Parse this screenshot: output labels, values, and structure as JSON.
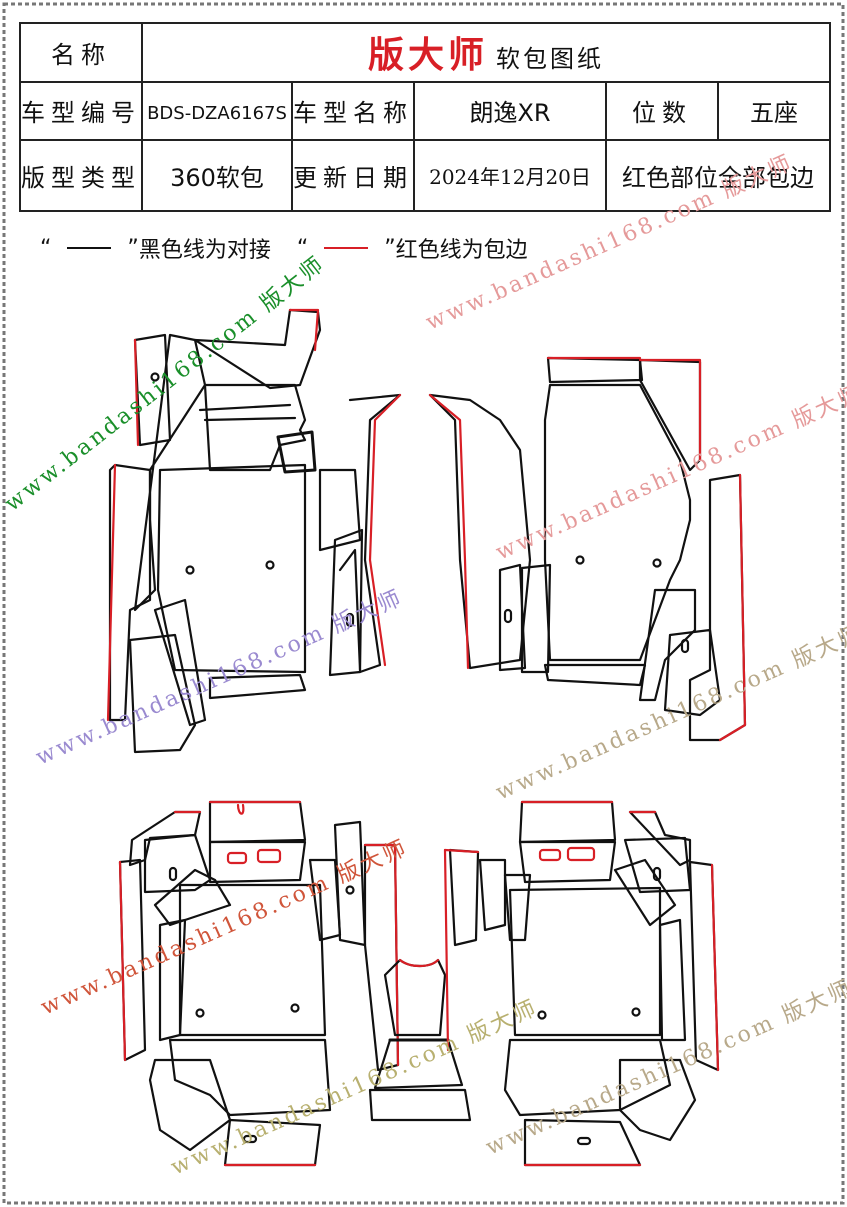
{
  "header": {
    "name_label": "名称",
    "brand": "版大师",
    "doc_type": "软包图纸",
    "model_code_label": "车型编号",
    "model_code": "BDS-DZA6167S",
    "model_name_label": "车型名称",
    "model_name": "朗逸XR",
    "seats_label": "位数",
    "seats": "五座",
    "pattern_type_label": "版型类型",
    "pattern_type": "360软包",
    "update_date_label": "更新日期",
    "update_date": "2024年12月20日",
    "note": "红色部位全部包边"
  },
  "legend": {
    "quote_open": "“",
    "quote_close": "”",
    "black_text": "黑色线为对接",
    "red_text": "红色线为包边"
  },
  "watermark": "www.bandashi168.com 版大师",
  "colors": {
    "border": "#d81f26",
    "cut_line": "#111111",
    "accent": "#d81f26"
  }
}
